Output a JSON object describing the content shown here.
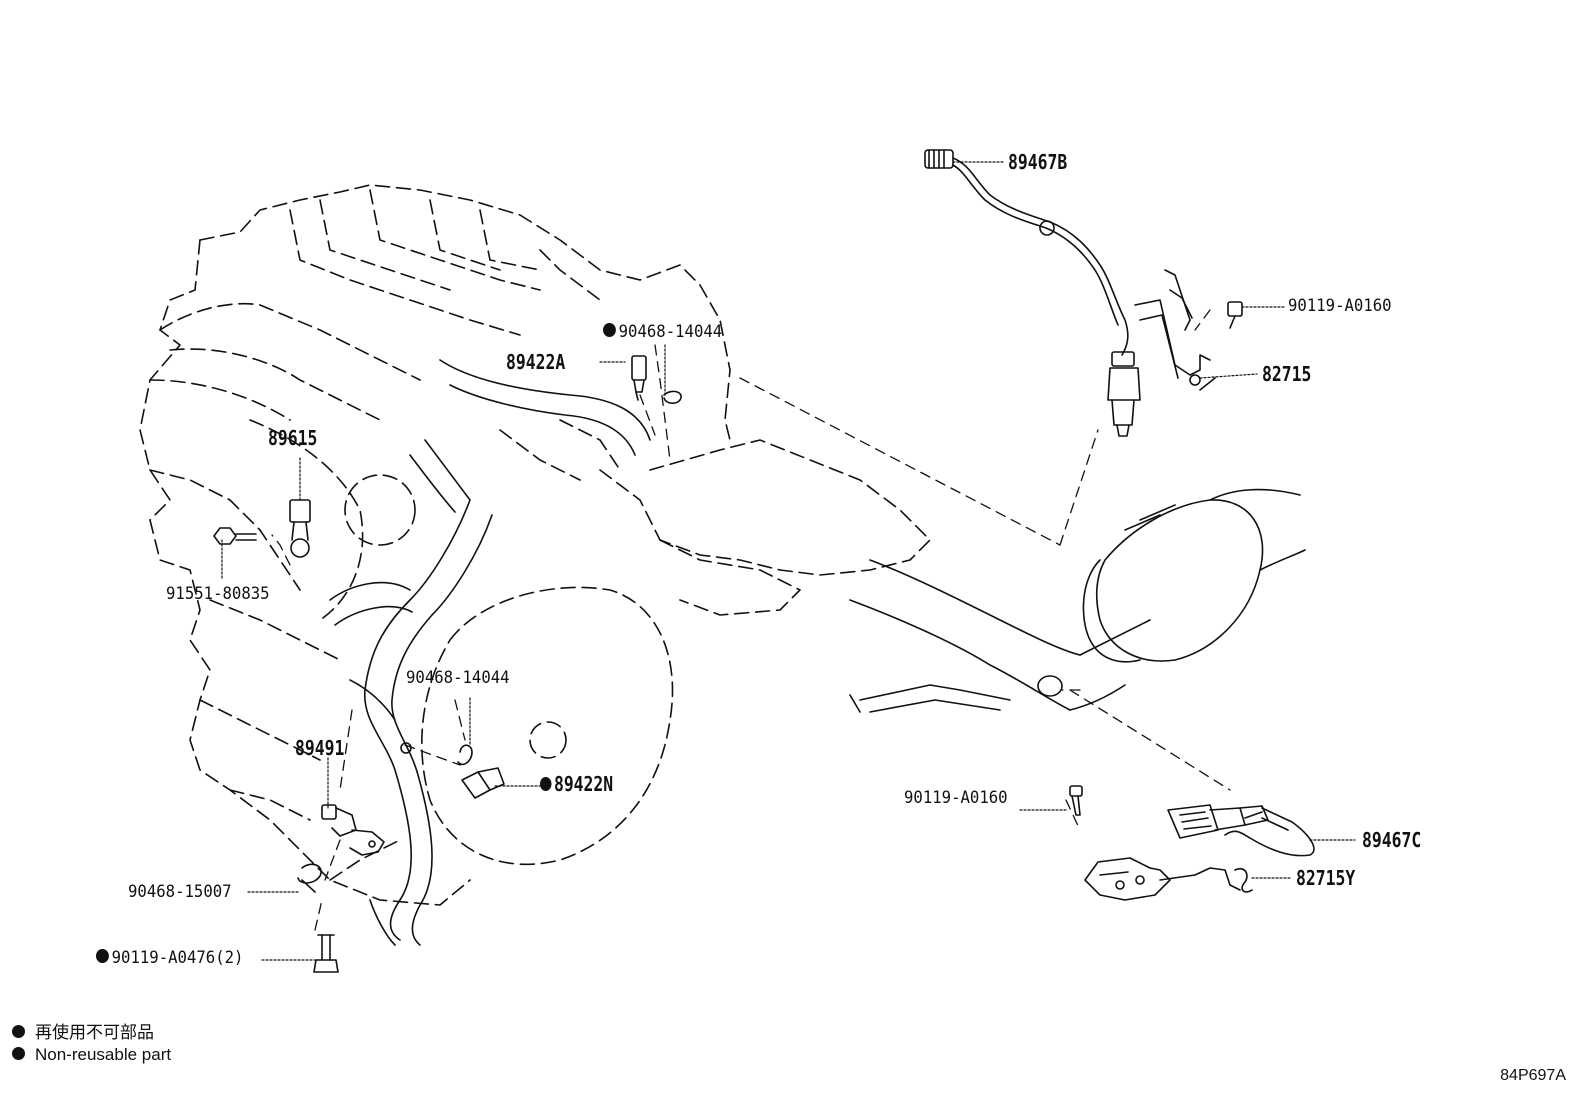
{
  "parts": {
    "p89467B": "89467B",
    "p90119_A0160_top": "90119-A0160",
    "p82715": "82715",
    "p90468_14044_top": "90468-14044",
    "p89422A": "89422A",
    "p89615": "89615",
    "p91551_80835": "91551-80835",
    "p90468_14044_mid": "90468-14044",
    "p89491": "89491",
    "p89422N": "89422N",
    "p90119_A0160_low": "90119-A0160",
    "p89467C": "89467C",
    "p82715Y": "82715Y",
    "p90468_15007": "90468-15007",
    "p90119_A0476": "90119-A0476(2)"
  },
  "legend": {
    "jp": "再使用不可部品",
    "en": "Non-reusable part"
  },
  "diagram_code": "84P697A"
}
